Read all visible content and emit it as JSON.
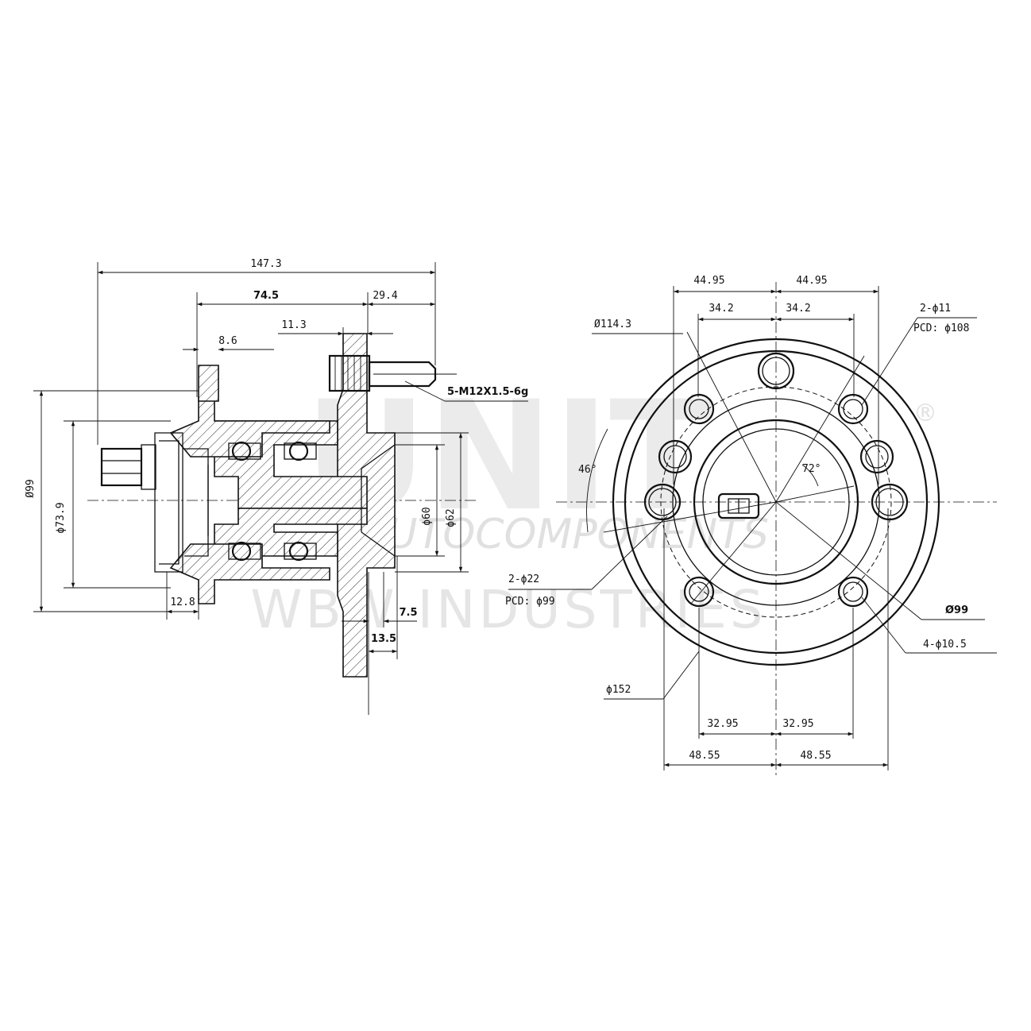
{
  "watermark": {
    "logo_letters": "UNIT",
    "line1": "AUTOCOMPONENTS",
    "line2": "WBW INDUSTRIES",
    "registered_mark": "®"
  },
  "side_view": {
    "overall_length": "147.3",
    "length_74_5": "74.5",
    "flange_offset": "29.4",
    "flange_thickness": "11.3",
    "ear_thickness": "8.6",
    "stud_spec": "5-M12X1.5-6g",
    "outer_diameter": "Ø99",
    "pilot_diameter": "ϕ73.9",
    "bore_60": "ϕ60",
    "bore_62": "ϕ62",
    "sensor_offset": "12.8",
    "step_7_5": "7.5",
    "step_13_5": "13.5"
  },
  "front_view": {
    "top_outer_left": "44.95",
    "top_outer_right": "44.95",
    "top_inner_left": "34.2",
    "top_inner_right": "34.2",
    "pcd_114": "Ø114.3",
    "small_holes": "2-ϕ11",
    "pcd_108": "PCD: ϕ108",
    "angle_46": "46°",
    "angle_72": "72°",
    "large_holes": "2-ϕ22",
    "pcd_99": "PCD: ϕ99",
    "phi99": "Ø99",
    "mount_holes": "4-ϕ10.5",
    "phi152": "ϕ152",
    "bottom_inner_left": "32.95",
    "bottom_inner_right": "32.95",
    "bottom_outer_left": "48.55",
    "bottom_outer_right": "48.55"
  }
}
